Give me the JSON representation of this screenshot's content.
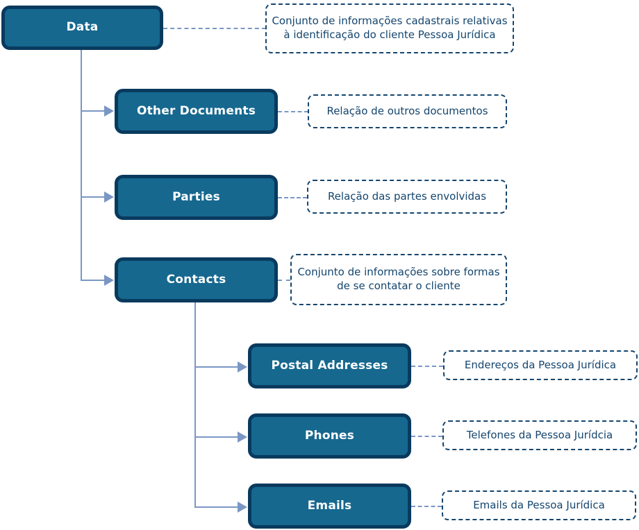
{
  "diagram": {
    "title": "Data structure hierarchy",
    "colors": {
      "node_fill": "#16688f",
      "node_border": "#093a5e",
      "node_text": "#ffffff",
      "note_border": "#14456e",
      "note_text": "#14456e",
      "connector": "#7a97c4",
      "background": "#ffffff"
    }
  },
  "nodes": {
    "data": "Data",
    "other_documents": "Other Documents",
    "parties": "Parties",
    "contacts": "Contacts",
    "postal_addresses": "Postal Addresses",
    "phones": "Phones",
    "emails": "Emails"
  },
  "notes": {
    "data": "Conjunto de informações cadastrais relativas à identificação do cliente Pessoa Jurídica",
    "other_documents": "Relação de outros documentos",
    "parties": "Relação das partes envolvidas",
    "contacts": "Conjunto de informações sobre formas de se contatar o cliente",
    "postal_addresses": "Endereços da Pessoa Jurídica",
    "phones": "Telefones da Pessoa Jurídcia",
    "emails": "Emails da Pessoa Jurídica"
  }
}
